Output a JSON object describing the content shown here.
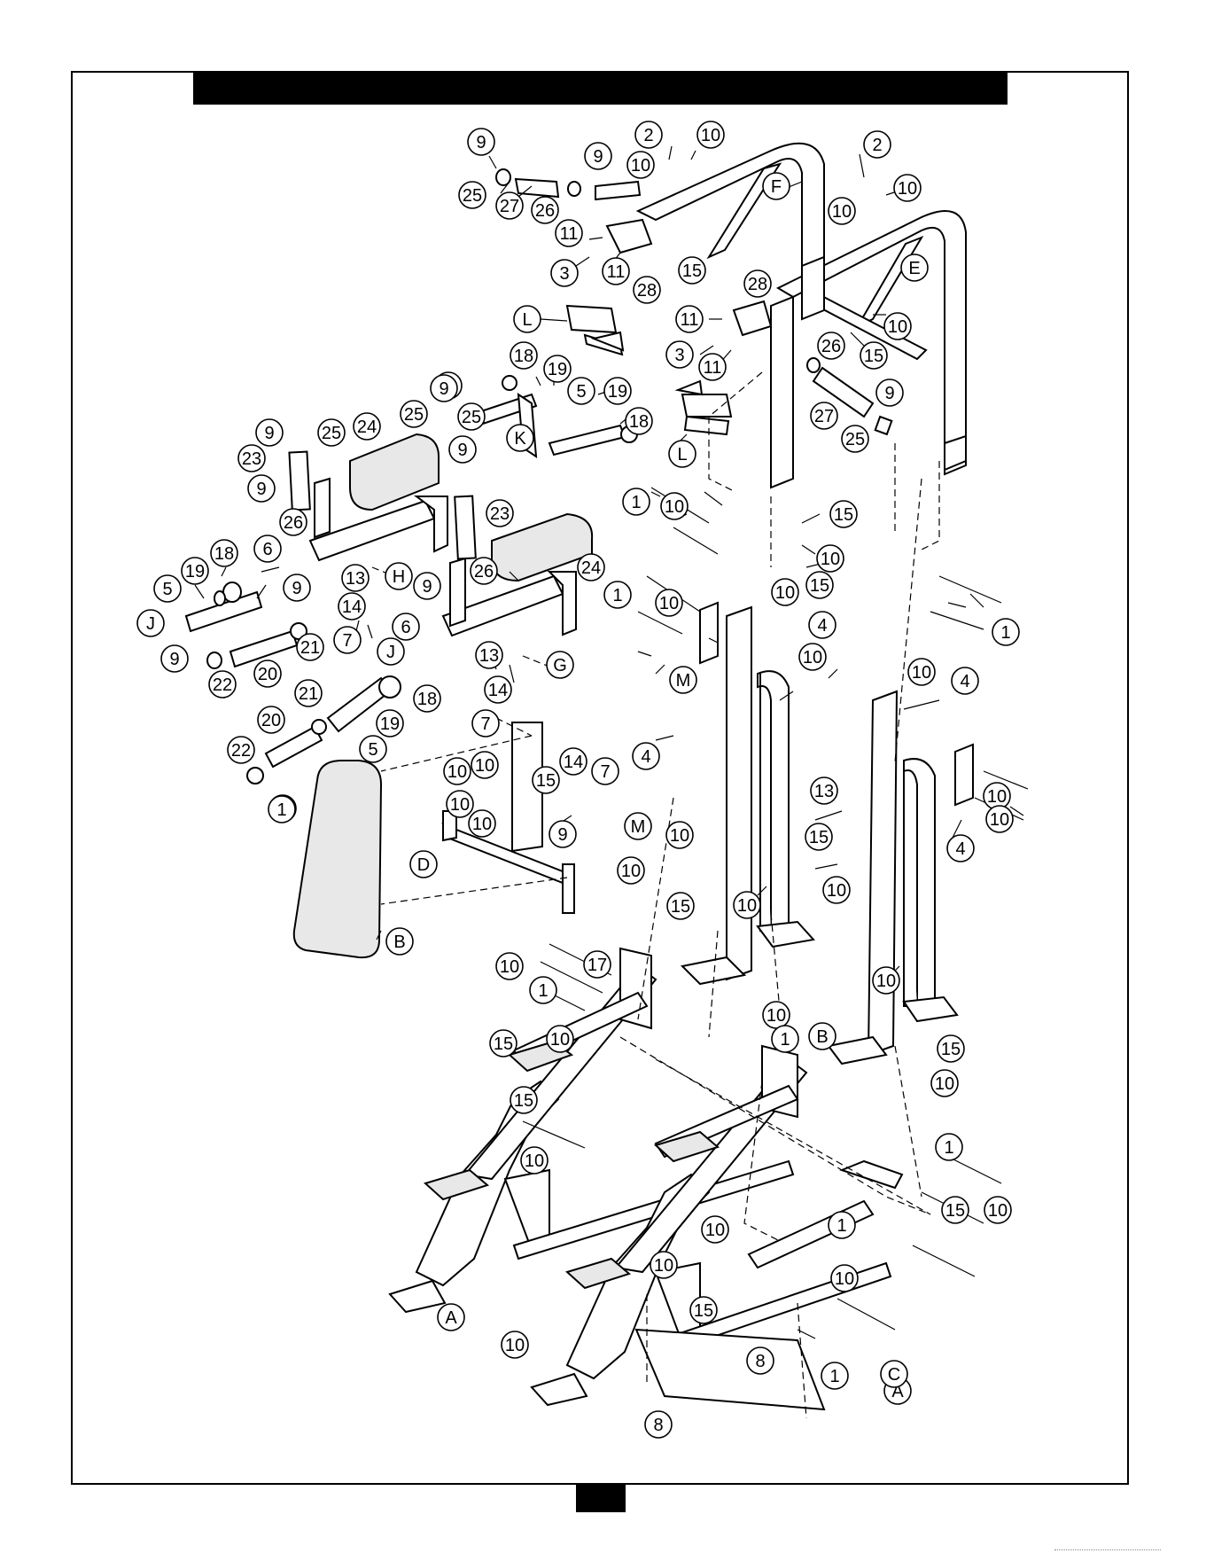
{
  "callouts": [
    {
      "text": "9"
    },
    {
      "text": "25"
    },
    {
      "text": "27"
    },
    {
      "text": "26"
    },
    {
      "text": "9"
    },
    {
      "text": "2"
    },
    {
      "text": "10"
    },
    {
      "text": "10"
    },
    {
      "text": "F"
    },
    {
      "text": "2"
    },
    {
      "text": "10"
    },
    {
      "text": "10"
    },
    {
      "text": "11"
    },
    {
      "text": "3"
    },
    {
      "text": "11"
    },
    {
      "text": "15"
    },
    {
      "text": "28"
    },
    {
      "text": "E"
    },
    {
      "text": "28"
    },
    {
      "text": "L"
    },
    {
      "text": "11"
    },
    {
      "text": "3"
    },
    {
      "text": "11"
    },
    {
      "text": "10"
    },
    {
      "text": "15"
    },
    {
      "text": "26"
    },
    {
      "text": "9"
    },
    {
      "text": "9"
    },
    {
      "text": "27"
    },
    {
      "text": "25"
    },
    {
      "text": "18"
    },
    {
      "text": "19"
    },
    {
      "text": "5"
    },
    {
      "text": "19"
    },
    {
      "text": "18"
    },
    {
      "text": "9"
    },
    {
      "text": "25"
    },
    {
      "text": "K"
    },
    {
      "text": "L"
    },
    {
      "text": "9"
    },
    {
      "text": "25"
    },
    {
      "text": "24"
    },
    {
      "text": "23"
    },
    {
      "text": "9"
    },
    {
      "text": "25"
    },
    {
      "text": "9"
    },
    {
      "text": "26"
    },
    {
      "text": "6"
    },
    {
      "text": "1"
    },
    {
      "text": "10"
    },
    {
      "text": "15"
    },
    {
      "text": "10"
    },
    {
      "text": "15"
    },
    {
      "text": "23"
    },
    {
      "text": "24"
    },
    {
      "text": "13"
    },
    {
      "text": "H"
    },
    {
      "text": "9"
    },
    {
      "text": "26"
    },
    {
      "text": "18"
    },
    {
      "text": "19"
    },
    {
      "text": "5"
    },
    {
      "text": "14"
    },
    {
      "text": "9"
    },
    {
      "text": "J"
    },
    {
      "text": "7"
    },
    {
      "text": "1"
    },
    {
      "text": "10"
    },
    {
      "text": "10"
    },
    {
      "text": "4"
    },
    {
      "text": "10"
    },
    {
      "text": "1"
    },
    {
      "text": "6"
    },
    {
      "text": "21"
    },
    {
      "text": "9"
    },
    {
      "text": "22"
    },
    {
      "text": "20"
    },
    {
      "text": "13"
    },
    {
      "text": "G"
    },
    {
      "text": "J"
    },
    {
      "text": "14"
    },
    {
      "text": "M"
    },
    {
      "text": "10"
    },
    {
      "text": "4"
    },
    {
      "text": "18"
    },
    {
      "text": "21"
    },
    {
      "text": "7"
    },
    {
      "text": "20"
    },
    {
      "text": "19"
    },
    {
      "text": "10"
    },
    {
      "text": "22"
    },
    {
      "text": "9"
    },
    {
      "text": "5"
    },
    {
      "text": "14"
    },
    {
      "text": "7"
    },
    {
      "text": "4"
    },
    {
      "text": "10"
    },
    {
      "text": "10"
    },
    {
      "text": "15"
    },
    {
      "text": "13"
    },
    {
      "text": "10"
    },
    {
      "text": "10"
    },
    {
      "text": "1"
    },
    {
      "text": "9"
    },
    {
      "text": "D"
    },
    {
      "text": "10"
    },
    {
      "text": "15"
    },
    {
      "text": "4"
    },
    {
      "text": "M"
    },
    {
      "text": "10"
    },
    {
      "text": "10"
    },
    {
      "text": "15"
    },
    {
      "text": "10"
    },
    {
      "text": "10"
    },
    {
      "text": "B"
    },
    {
      "text": "17"
    },
    {
      "text": "10"
    },
    {
      "text": "1"
    },
    {
      "text": "10"
    },
    {
      "text": "B"
    },
    {
      "text": "10"
    },
    {
      "text": "15"
    },
    {
      "text": "10"
    },
    {
      "text": "1"
    },
    {
      "text": "15"
    },
    {
      "text": "10"
    },
    {
      "text": "15"
    },
    {
      "text": "10"
    },
    {
      "text": "1"
    },
    {
      "text": "10"
    },
    {
      "text": "15"
    },
    {
      "text": "10"
    },
    {
      "text": "10"
    },
    {
      "text": "1"
    },
    {
      "text": "A"
    },
    {
      "text": "15"
    },
    {
      "text": "10"
    },
    {
      "text": "A"
    },
    {
      "text": "10"
    },
    {
      "text": "1"
    },
    {
      "text": "8"
    },
    {
      "text": "C"
    },
    {
      "text": "8"
    }
  ]
}
